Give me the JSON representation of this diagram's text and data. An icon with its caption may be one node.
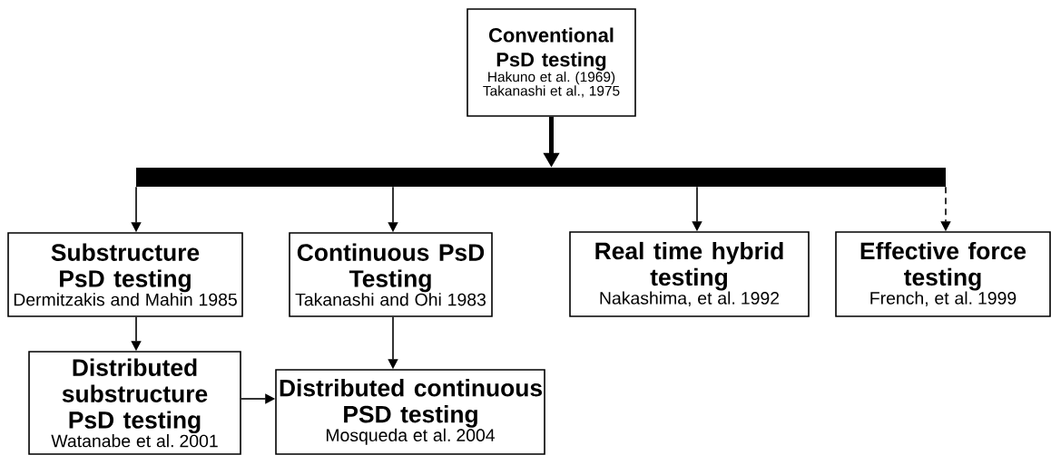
{
  "diagram": {
    "nodes": [
      {
        "text": [
          "Conventional PsD testing",
          "Hakuno et al. (1969)",
          "Takanashi et al., 1975"
        ]
      },
      {
        "text": [],
        "shape": "bar"
      },
      {
        "text": [
          "Substructure PsD testing",
          "Dermitzakis and Mahin 1985"
        ]
      },
      {
        "text": [
          "Continuous PsD Testing",
          "Takanashi and Ohi 1983"
        ]
      },
      {
        "text": [
          "Real time hybrid testing",
          "Nakashima, et al. 1992"
        ]
      },
      {
        "text": [
          "Effective force testing",
          "French, et al. 1999"
        ]
      },
      {
        "text": [
          "Distributed substructure PsD testing",
          "Watanabe et al. 2001"
        ]
      },
      {
        "text": [
          "Distributed continuous PSD testing",
          "Mosqueda et al. 2004"
        ]
      }
    ],
    "edges": [
      {
        "from": 0,
        "to": 1,
        "arrow": "to",
        "style": "thick"
      },
      {
        "from": 1,
        "to": 2,
        "arrow": "to"
      },
      {
        "from": 1,
        "to": 3,
        "arrow": "to"
      },
      {
        "from": 1,
        "to": 4,
        "arrow": "to"
      },
      {
        "from": 1,
        "to": 5,
        "arrow": "to",
        "style": "dashed"
      },
      {
        "from": 2,
        "to": 6,
        "arrow": "to"
      },
      {
        "from": 3,
        "to": 7,
        "arrow": "to"
      },
      {
        "from": 6,
        "to": 7,
        "arrow": "to"
      }
    ]
  }
}
